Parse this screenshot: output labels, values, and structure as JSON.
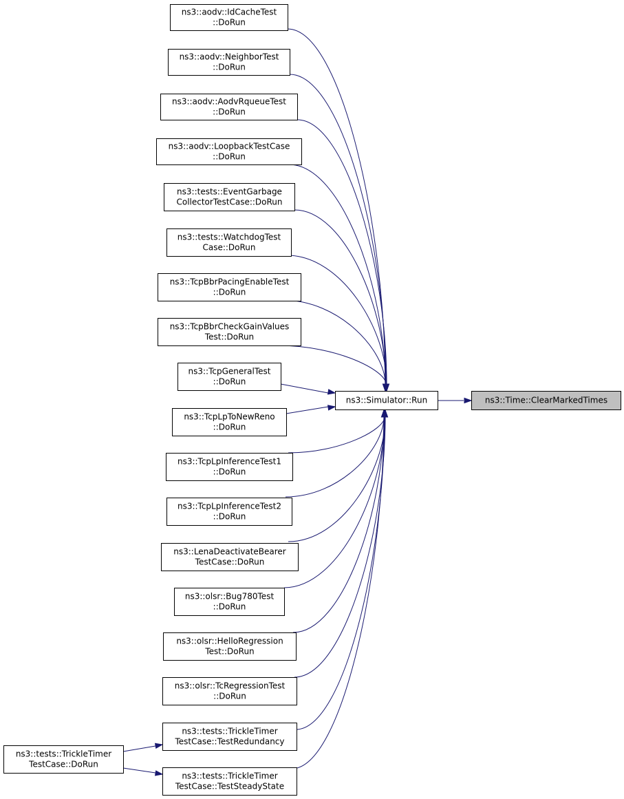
{
  "graph": {
    "target": {
      "lines": [
        "ns3::Time::ClearMarkedTimes"
      ]
    },
    "hub": {
      "lines": [
        "ns3::Simulator::Run"
      ]
    },
    "callers": [
      {
        "lines": [
          "ns3::aodv::IdCacheTest",
          "::DoRun"
        ]
      },
      {
        "lines": [
          "ns3::aodv::NeighborTest",
          "::DoRun"
        ]
      },
      {
        "lines": [
          "ns3::aodv::AodvRqueueTest",
          "::DoRun"
        ]
      },
      {
        "lines": [
          "ns3::aodv::LoopbackTestCase",
          "::DoRun"
        ]
      },
      {
        "lines": [
          "ns3::tests::EventGarbage",
          "CollectorTestCase::DoRun"
        ]
      },
      {
        "lines": [
          "ns3::tests::WatchdogTest",
          "Case::DoRun"
        ]
      },
      {
        "lines": [
          "ns3::TcpBbrPacingEnableTest",
          "::DoRun"
        ]
      },
      {
        "lines": [
          "ns3::TcpBbrCheckGainValues",
          "Test::DoRun"
        ]
      },
      {
        "lines": [
          "ns3::TcpGeneralTest",
          "::DoRun"
        ]
      },
      {
        "lines": [
          "ns3::TcpLpToNewReno",
          "::DoRun"
        ]
      },
      {
        "lines": [
          "ns3::TcpLpInferenceTest1",
          "::DoRun"
        ]
      },
      {
        "lines": [
          "ns3::TcpLpInferenceTest2",
          "::DoRun"
        ]
      },
      {
        "lines": [
          "ns3::LenaDeactivateBearer",
          "TestCase::DoRun"
        ]
      },
      {
        "lines": [
          "ns3::olsr::Bug780Test",
          "::DoRun"
        ]
      },
      {
        "lines": [
          "ns3::olsr::HelloRegression",
          "Test::DoRun"
        ]
      },
      {
        "lines": [
          "ns3::olsr::TcRegressionTest",
          "::DoRun"
        ]
      },
      {
        "lines": [
          "ns3::tests::TrickleTimer",
          "TestCase::TestRedundancy"
        ]
      },
      {
        "lines": [
          "ns3::tests::TrickleTimer",
          "TestCase::TestSteadyState"
        ]
      }
    ],
    "root": {
      "lines": [
        "ns3::tests::TrickleTimer",
        "TestCase::DoRun"
      ]
    }
  }
}
